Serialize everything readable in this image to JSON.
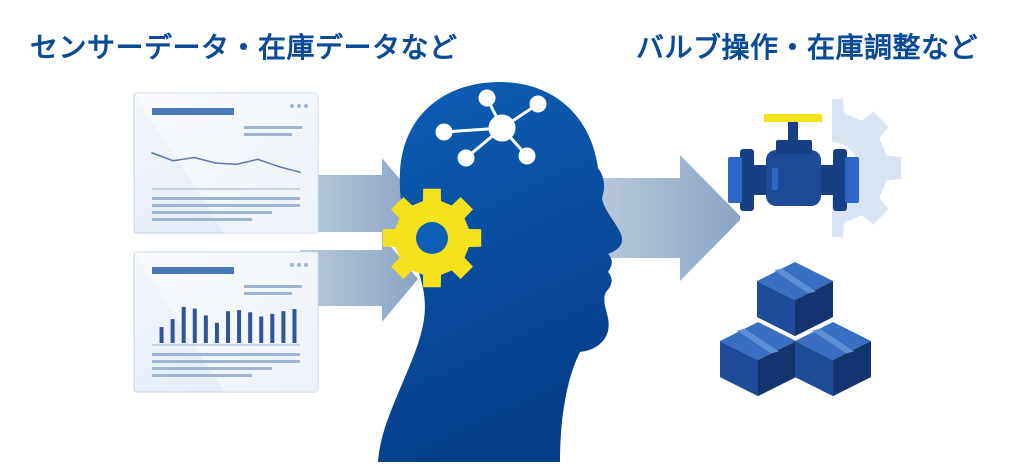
{
  "captions": {
    "input": "センサーデータ・在庫データなど",
    "output": "バルブ操作・在庫調整など"
  },
  "colors": {
    "caption_text": "#0a4a96",
    "head_top": "#0d5fb5",
    "head_bottom": "#063d8a",
    "arrow": "#9fb5cf",
    "gear_yellow": "#f5e21d",
    "panel_bg": "#eef3fb",
    "panel_line": "#9fb3d3",
    "panel_header": "#4b78b8",
    "chart_bar": "#2f5598",
    "valve_body": "#173f86",
    "valve_accent": "#2d66c7",
    "valve_handle": "#f5e21d",
    "bg_gear": "#d8e4f2",
    "box_fill": "#1f4c98",
    "box_dark": "#14346f",
    "box_light": "#3a6ec2"
  },
  "icons": {
    "input_panels": [
      "line-chart-dashboard-icon",
      "bar-chart-dashboard-icon"
    ],
    "brain_icons": [
      "network-nodes-icon",
      "gear-icon"
    ],
    "output_icons": [
      "valve-icon",
      "stacked-boxes-icon"
    ]
  },
  "chart_data": [
    {
      "type": "line",
      "description_panel": "upper input panel (sensor data trend)",
      "x": [
        1,
        2,
        3,
        4,
        5,
        6,
        7,
        8
      ],
      "values": [
        0.72,
        0.55,
        0.62,
        0.5,
        0.47,
        0.58,
        0.42,
        0.3
      ],
      "ylim": [
        0,
        1
      ],
      "grid": false
    },
    {
      "type": "bar",
      "description_panel": "lower input panel (inventory data)",
      "values": [
        0.3,
        0.45,
        0.68,
        0.65,
        0.52,
        0.38,
        0.6,
        0.62,
        0.58,
        0.5,
        0.55,
        0.6,
        0.64
      ],
      "ylim": [
        0,
        1
      ],
      "grid": false
    }
  ]
}
